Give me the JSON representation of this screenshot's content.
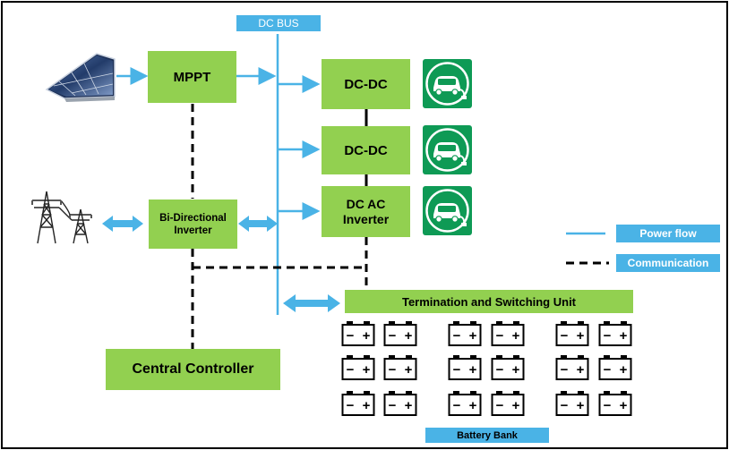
{
  "labels": {
    "dc_bus": "DC BUS",
    "mppt": "MPPT",
    "dcdc_1": "DC-DC",
    "dcdc_2": "DC-DC",
    "dcac": "DC AC Inverter",
    "bidirectional": "Bi-Directional Inverter",
    "central_controller": "Central Controller",
    "termination": "Termination and Switching Unit",
    "battery_bank": "Battery Bank"
  },
  "legend": {
    "power_flow": "Power flow",
    "communication": "Communication"
  },
  "battery_terminal_labels": {
    "negative": "−",
    "positive": "+"
  },
  "colors": {
    "box_green": "#92d050",
    "label_blue": "#4ab3e6",
    "ev_green": "#0e9a55",
    "arrow_blue": "#4ab3e6"
  },
  "icons": [
    "solar-panel-icon",
    "transmission-tower-icon",
    "ev-charger-icon",
    "battery-icon"
  ]
}
